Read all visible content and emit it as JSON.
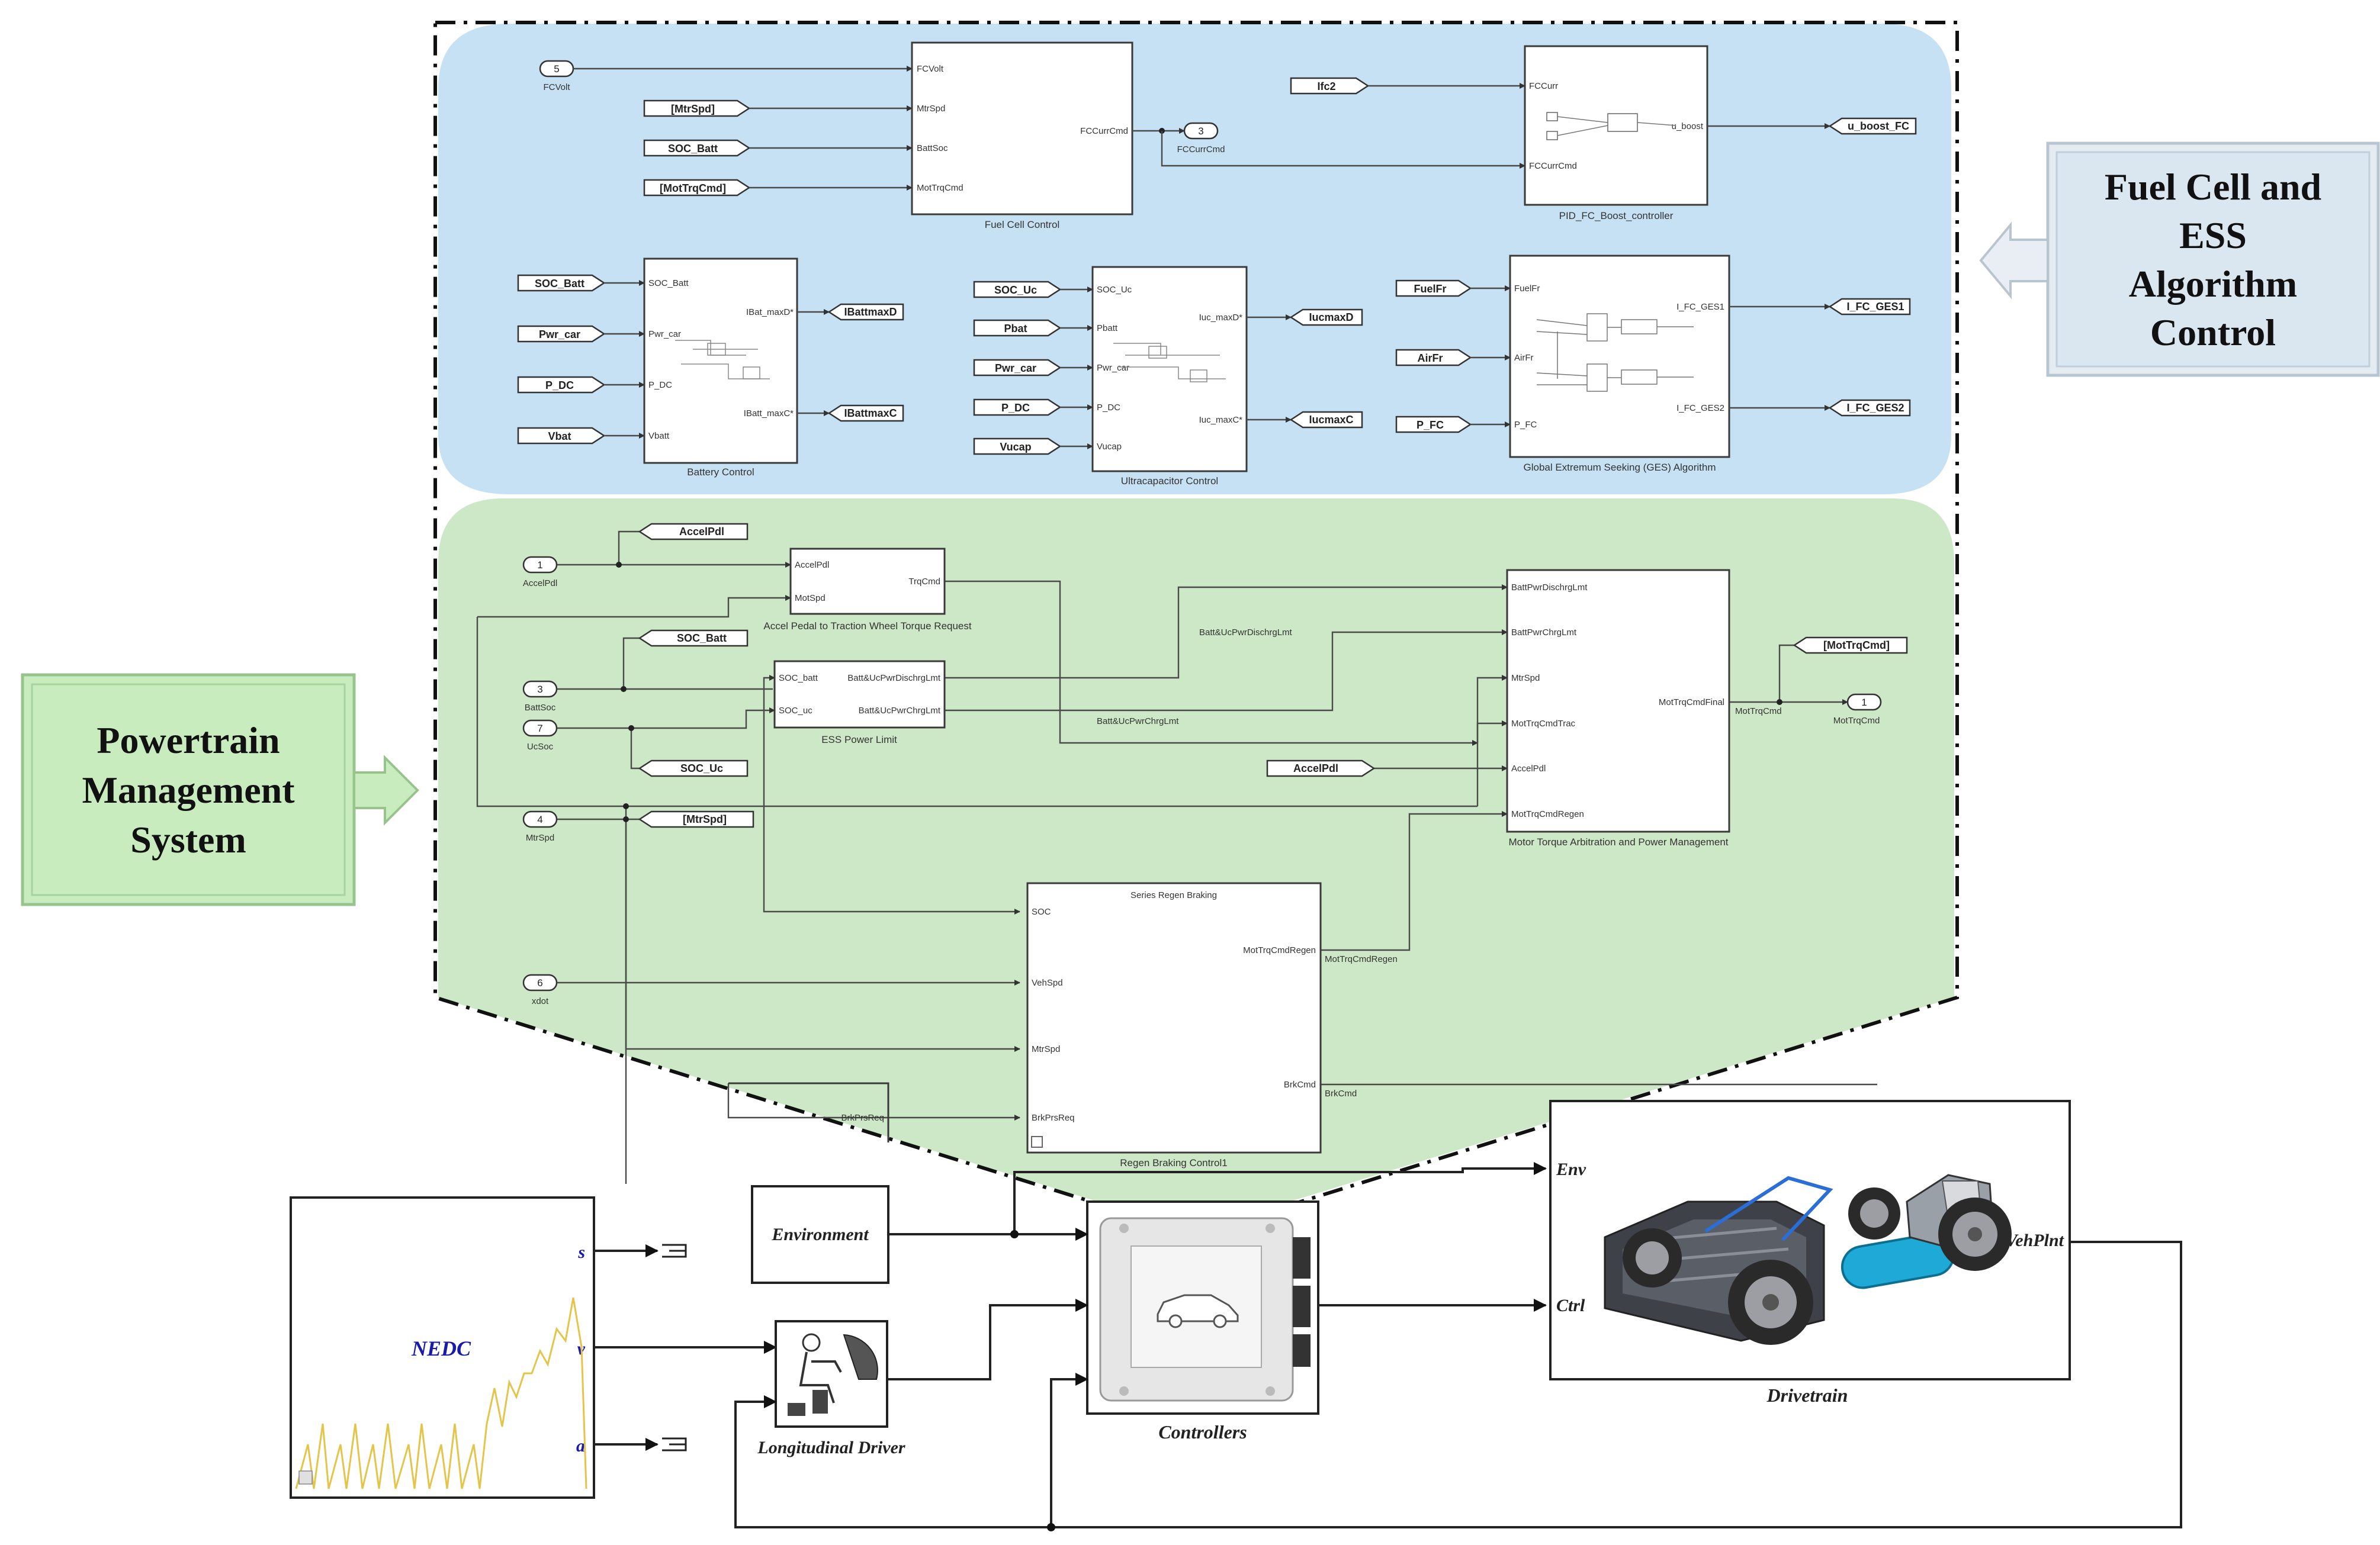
{
  "callouts": {
    "fc_ess": {
      "lines": [
        "Fuel Cell and",
        "ESS",
        "Algorithm",
        "Control"
      ],
      "color": "#dbe7f0"
    },
    "pms": {
      "lines": [
        "Powertrain",
        "Management",
        "System"
      ],
      "color": "#c9ecbf"
    }
  },
  "fc_region": {
    "fuel_cell_control": {
      "caption": "Fuel Cell Control",
      "in_ports": [
        "FCVolt",
        "MtrSpd",
        "BattSoc",
        "MotTrqCmd"
      ],
      "out_port": "FCCurrCmd"
    },
    "fcvolt_inport": {
      "num": "5",
      "label": "FCVolt"
    },
    "fccurr_outport": {
      "num": "3",
      "label": "FCCurrCmd"
    },
    "tags_in": [
      "[MtrSpd]",
      "SOC_Batt",
      "[MotTrqCmd]"
    ],
    "pid": {
      "caption": "PID_FC_Boost_controller",
      "in1": "FCCurr",
      "in2": "FCCurrCmd",
      "out": "u_boost",
      "from": "Ifc2",
      "goto": "u_boost_FC"
    },
    "battery_control": {
      "caption": "Battery Control",
      "in_ports": [
        "SOC_Batt",
        "Pwr_car",
        "P_DC",
        "Vbatt"
      ],
      "out_ports": [
        "IBat_maxD*",
        "IBatt_maxC*"
      ],
      "from_tags": [
        "SOC_Batt",
        "Pwr_car",
        "P_DC",
        "Vbat"
      ],
      "goto_tags": [
        "IBattmaxD",
        "IBattmaxC"
      ]
    },
    "ultracap_control": {
      "caption": "Ultracapacitor Control",
      "in_ports": [
        "SOC_Uc",
        "Pbatt",
        "Pwr_car",
        "P_DC",
        "Vucap"
      ],
      "out_ports": [
        "Iuc_maxD*",
        "Iuc_maxC*"
      ],
      "from_tags": [
        "SOC_Uc",
        "Pbat",
        "Pwr_car",
        "P_DC",
        "Vucap"
      ],
      "goto_tags": [
        "IucmaxD",
        "IucmaxC"
      ]
    },
    "ges": {
      "caption": "Global Extremum Seeking (GES) Algorithm",
      "in_ports": [
        "FuelFr",
        "AirFr",
        "P_FC"
      ],
      "out_ports": [
        "I_FC_GES1",
        "I_FC_GES2"
      ],
      "from_tags": [
        "FuelFr",
        "AirFr",
        "P_FC"
      ],
      "goto_tags": [
        "I_FC_GES1",
        "I_FC_GES2"
      ]
    }
  },
  "pms_region": {
    "accel_block": {
      "caption": "Accel Pedal to Traction Wheel Torque Request",
      "in_ports": [
        "AccelPdl",
        "MotSpd"
      ],
      "out_port": "TrqCmd"
    },
    "ess_block": {
      "caption": "ESS Power Limit",
      "in_ports": [
        "SOC_batt",
        "SOC_uc"
      ],
      "out_ports": [
        "Batt&UcPwrDischrgLmt",
        "Batt&UcPwrChrgLmt"
      ]
    },
    "motor_block": {
      "caption": "Motor Torque Arbitration and Power Management",
      "in_ports": [
        "BattPwrDischrgLmt",
        "BattPwrChrgLmt",
        "MtrSpd",
        "MotTrqCmdTrac",
        "AccelPdl",
        "MotTrqCmdRegen"
      ],
      "out_port": "MotTrqCmdFinal"
    },
    "regen_block": {
      "title": "Series Regen Braking",
      "caption": "Regen Braking Control1",
      "in_ports": [
        "SOC",
        "VehSpd",
        "MtrSpd",
        "BrkPrsReq"
      ],
      "out_ports": [
        "MotTrqCmdRegen",
        "BrkCmd"
      ]
    },
    "inports": [
      {
        "num": "1",
        "label": "AccelPdl"
      },
      {
        "num": "3",
        "label": "BattSoc"
      },
      {
        "num": "7",
        "label": "UcSoc"
      },
      {
        "num": "4",
        "label": "MtrSpd"
      },
      {
        "num": "6",
        "label": "xdot"
      }
    ],
    "tags": {
      "accel": "AccelPdl",
      "socbatt": "SOC_Batt",
      "socuc": "SOC_Uc",
      "mtrspd": "[MtrSpd]",
      "accel2": "AccelPdl",
      "mottrq": "[MotTrqCmd]"
    },
    "outport": {
      "num": "1",
      "label": "MotTrqCmd"
    },
    "signals": {
      "dischrg": "Batt&UcPwrDischrgLmt",
      "chrg": "Batt&UcPwrChrgLmt",
      "mottrq": "MotTrqCmd",
      "regen": "MotTrqCmdRegen",
      "brk": "BrkCmd",
      "brkprs": "BrkPrsReq"
    }
  },
  "bottom": {
    "nedc": {
      "label": "NEDC",
      "ports": [
        "s",
        "v",
        "a"
      ],
      "trace_color": "#e5c44a"
    },
    "environment": {
      "label": "Environment"
    },
    "driver": {
      "label": "Longitudinal Driver"
    },
    "controllers": {
      "label": "Controllers"
    },
    "drivetrain": {
      "label": "Drivetrain",
      "in_ports": [
        "Env",
        "Ctrl"
      ],
      "out_port": "VehPlnt"
    }
  }
}
